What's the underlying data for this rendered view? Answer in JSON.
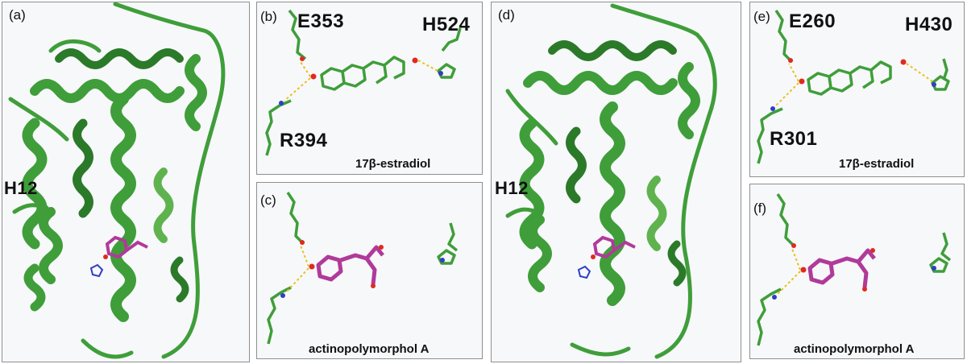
{
  "colors": {
    "ribbon": "#3f9e3a",
    "ribbon_dark": "#2b7a29",
    "ligand_e2": "#5fb34f",
    "ligand_b": "#b03a9a",
    "oxygen": "#e02a1f",
    "nitrogen": "#2f3fc4",
    "hbond": "#e8c21a",
    "border": "#8f8f8f"
  },
  "panels": {
    "a": {
      "label": "(a)",
      "helix_label": "H12"
    },
    "b": {
      "label": "(b)",
      "res1": "E353",
      "res2": "H524",
      "res3": "R394",
      "ligand": "17β-estradiol"
    },
    "c": {
      "label": "(c)",
      "ligand": "actinopolymorphol A"
    },
    "d": {
      "label": "(d)",
      "helix_label": "H12"
    },
    "e": {
      "label": "(e)",
      "res1": "E260",
      "res2": "H430",
      "res3": "R301",
      "ligand": "17β-estradiol"
    },
    "f": {
      "label": "(f)",
      "ligand": "actinopolymorphol A"
    }
  }
}
